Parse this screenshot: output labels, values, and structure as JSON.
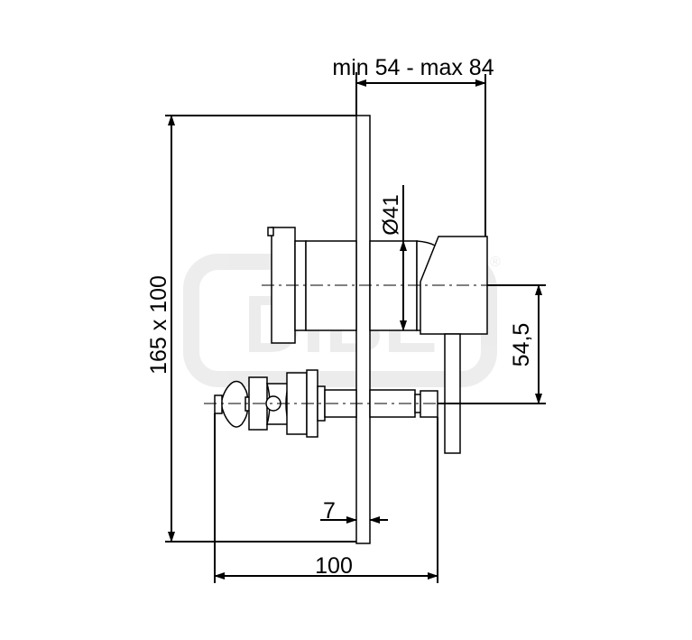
{
  "dimensions": {
    "depth_range": "min 54 - max 84",
    "diameter": "Ø41",
    "plate_size": "165 x 100",
    "axis_distance": "54,5",
    "plate_thickness": "7",
    "width": "100"
  },
  "watermark": {
    "text": "DIBE",
    "registered": "®"
  }
}
